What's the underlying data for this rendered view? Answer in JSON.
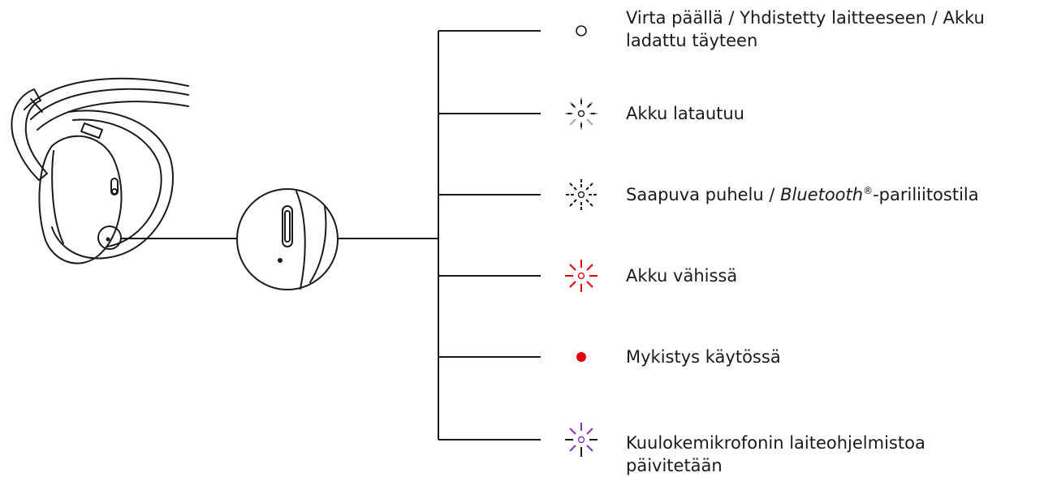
{
  "diagram_title": "",
  "colors": {
    "line": "#1a1a1a",
    "white_indicator": "#1a1a1a",
    "charging": "#a8a8a8",
    "low_battery": "#e3000f",
    "mute": "#e3000f",
    "firmware": "#7e3ba8"
  },
  "items": [
    {
      "icon": "solid-white-light-icon",
      "text": "Virta päällä / Yhdistetty laitteeseen / Akku ladattu täyteen"
    },
    {
      "icon": "pulsing-gray-light-icon",
      "text": "Akku latautuu"
    },
    {
      "icon": "fast-blinking-white-light-icon",
      "text_pre": "Saapuva puhelu / ",
      "text_italic": "Bluetooth",
      "text_reg": "®",
      "text_post": "-pariliitostila"
    },
    {
      "icon": "blinking-red-light-icon",
      "text": "Akku vähissä"
    },
    {
      "icon": "solid-red-light-icon",
      "text": "Mykistys käytössä"
    },
    {
      "icon": "blinking-purple-light-icon",
      "text": "Kuulokemikrofonin laiteohjelmistoa päivitetään"
    }
  ]
}
